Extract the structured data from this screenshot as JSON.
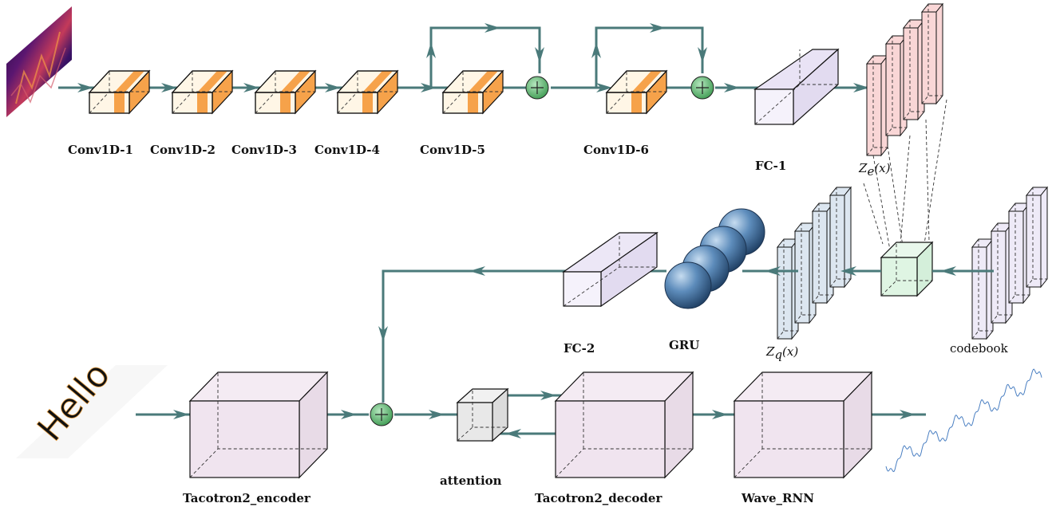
{
  "labels": {
    "conv1": "Conv1D-1",
    "conv2": "Conv1D-2",
    "conv3": "Conv1D-3",
    "conv4": "Conv1D-4",
    "conv5": "Conv1D-5",
    "conv6": "Conv1D-6",
    "fc1": "FC-1",
    "fc2": "FC-2",
    "gru": "GRU",
    "ze": "Z",
    "ze_sub": "e",
    "ze_arg": "(x)",
    "zq": "Z",
    "zq_sub": "q",
    "zq_arg": "(x)",
    "codebook": "codebook",
    "encoder": "Tacotron2_encoder",
    "attention": "attention",
    "decoder": "Tacotron2_decoder",
    "wavernn": "Wave_RNN",
    "hello": "Hello"
  },
  "colors": {
    "flow": "#4a7a7a",
    "conv_face": "#fff6e6",
    "conv_band": "#f6a24a",
    "fc": "#f3effa",
    "ze": "#f9d6d6",
    "zq": "#dce6f0",
    "codebook": "#eeeaf7",
    "vq_cube": "#dff5e3",
    "big_block": "#f0e4ef",
    "attention": "#e8e8e8",
    "plus": "#5dbb6e",
    "gru": "#3d6b99"
  }
}
